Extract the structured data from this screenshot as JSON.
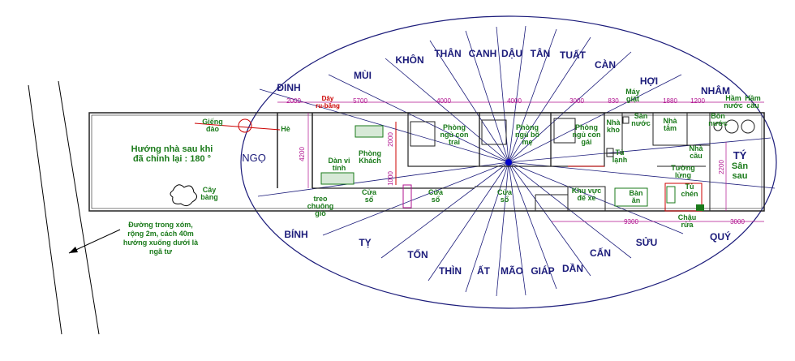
{
  "directions": {
    "dinh": "ĐINH",
    "mui": "MÙI",
    "khon": "KHÔN",
    "than": "THÂN",
    "canh": "CANH",
    "dau": "DẬU",
    "tan": "TÂN",
    "tuat": "TUẤT",
    "can_nw": "CÀN",
    "hoi": "HỢI",
    "nham": "NHÂM",
    "ty_north": "TÝ",
    "ngo": "NGỌ",
    "binh": "BÍNH",
    "ty_se": "TỴ",
    "ton": "TỐN",
    "thin": "THÌN",
    "at": "ẤT",
    "mao": "MÃO",
    "giap": "GIÁP",
    "dan": "DẦN",
    "can_ne": "CẤN",
    "suu": "SỬU",
    "quy": "QUÝ"
  },
  "rooms": {
    "he": "Hè",
    "phong_khach_1": "Phòng",
    "phong_khach_2": "Khách",
    "phong_ngu_con_trai_1": "Phòng",
    "phong_ngu_con_trai_2": "ngủ con",
    "phong_ngu_con_trai_3": "trai",
    "phong_ngu_bo_me_1": "Phòng",
    "phong_ngu_bo_me_2": "ngủ bố",
    "phong_ngu_bo_me_3": "mẹ",
    "phong_ngu_con_gai_1": "Phòng",
    "phong_ngu_con_gai_2": "ngủ con",
    "phong_ngu_con_gai_3": "gái",
    "nha_kho_1": "Nhà",
    "nha_kho_2": "kho",
    "tu_lanh_1": "Tủ",
    "tu_lanh_2": "lạnh",
    "nha_tam_1": "Nhà",
    "nha_tam_2": "tắm",
    "nha_cau_1": "Nhà",
    "nha_cau_2": "cầu",
    "san_sau_1": "Sân",
    "san_sau_2": "sau",
    "ban_an_1": "Bàn",
    "ban_an_2": "ăn",
    "khu_vuc_de_xe_1": "Khu vực",
    "khu_vuc_de_xe_2": "để xe",
    "tu_chen_1": "Tủ",
    "tu_chen_2": "chén",
    "chau_rua_1": "Chậu",
    "chau_rua_2": "rửa"
  },
  "labels": {
    "gieng_dao_1": "Giếng",
    "gieng_dao_2": "đào",
    "huong_nha_1": "Hướng nhà sau khi",
    "huong_nha_2": "đã chỉnh lại : 180 °",
    "cay_bang_1": "Cây",
    "cay_bang_2": "bàng",
    "day_ru_bang_1": "Dây",
    "day_ru_bang_2": "ru-băng",
    "dan_vi_tinh_1": "Dàn vi",
    "dan_vi_tinh_2": "tính",
    "cua_so_1a": "Cửa",
    "cua_so_1b": "sổ",
    "cua_so_2a": "Cửa",
    "cua_so_2b": "sổ",
    "cua_so_3a": "Cửa",
    "cua_so_3b": "sổ",
    "treo_chuong_gio_1": "treo",
    "treo_chuong_gio_2": "chuông",
    "treo_chuong_gio_3": "gió",
    "may_giat_1": "Máy",
    "may_giat_2": "giặt",
    "san_nuoc_1": "Sàn",
    "san_nuoc_2": "nước",
    "bon_nuoc_1": "Bồn",
    "bon_nuoc_2": "nước",
    "ham_nuoc_1": "Hầm",
    "ham_nuoc_2": "nước",
    "ham_cau_1": "Hầm",
    "ham_cau_2": "cầu",
    "tuong_lung_1": "Tường",
    "tuong_lung_2": "lửng",
    "duong_1": "Đường trong xóm,",
    "duong_2": "rộng 2m, cách 40m",
    "duong_3": "hướng xuống dưới là",
    "duong_4": "ngã tư"
  },
  "dimensions": {
    "d2000": "2000",
    "d5700": "5700",
    "d4000a": "4000",
    "d4000b": "4000",
    "d3000": "3000",
    "d830": "830",
    "d1880": "1880",
    "d1200": "1200",
    "d4200": "4200",
    "d2000v": "2000",
    "d1000": "1000",
    "d2200": "2200",
    "d9300": "9300",
    "d3000b": "3000"
  },
  "colors": {
    "direction_text": "#1b1b7a",
    "room_text": "#1a7a1a",
    "dimension": "#b0128f",
    "wall": "#222222",
    "accent_red": "#cc0000",
    "center_dot": "#0000cc"
  }
}
